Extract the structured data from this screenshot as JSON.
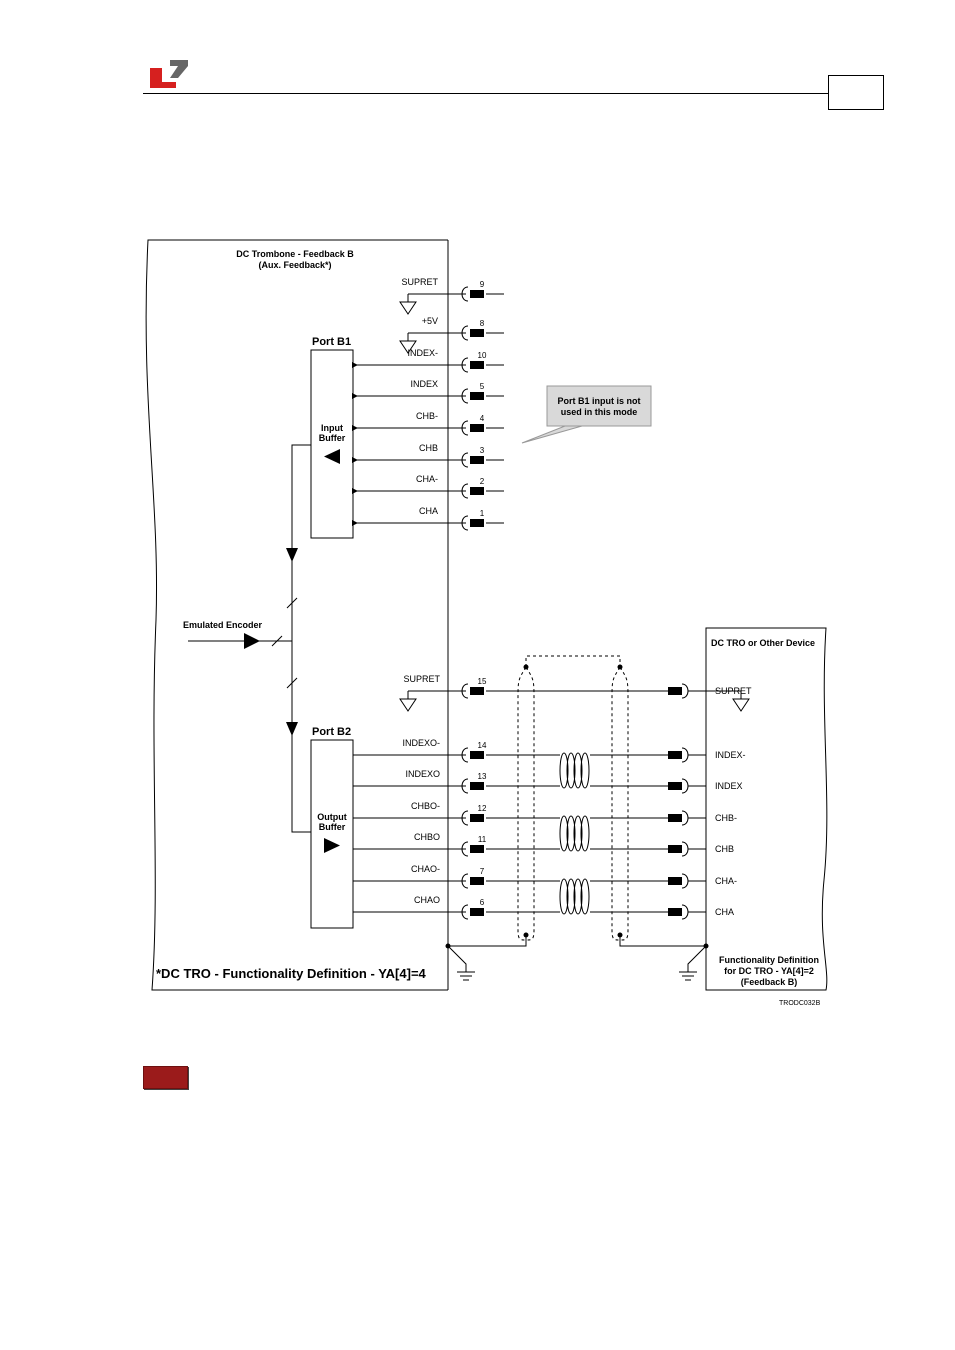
{
  "brand_colors": {
    "logo_red": "#d6201f",
    "logo_gray": "#666666",
    "badge_red": "#9b1b1b"
  },
  "left_device": {
    "title_line1": "DC Trombone - Feedback B",
    "title_line2": "(Aux. Feedback*)",
    "port_b1": {
      "label": "Port B1",
      "buffer_line1": "Input",
      "buffer_line2": "Buffer"
    },
    "port_b2": {
      "label": "Port B2",
      "buffer_line1": "Output",
      "buffer_line2": "Buffer"
    },
    "emulated_encoder": "Emulated Encoder",
    "footer_prefix": "*DC TRO",
    "footer_rest": " - Functionality Definition - YA[4]=4"
  },
  "top_pins": [
    {
      "signal": "SUPRET",
      "pin": "9"
    },
    {
      "signal": "+5V",
      "pin": "8"
    },
    {
      "signal": "INDEX-",
      "pin": "10"
    },
    {
      "signal": "INDEX",
      "pin": "5"
    },
    {
      "signal": "CHB-",
      "pin": "4"
    },
    {
      "signal": "CHB",
      "pin": "3"
    },
    {
      "signal": "CHA-",
      "pin": "2"
    },
    {
      "signal": "CHA",
      "pin": "1"
    }
  ],
  "callout": {
    "line1": "Port B1 input is not",
    "line2": "used in this mode"
  },
  "bottom_pins": [
    {
      "signal": "SUPRET",
      "pin": "15",
      "remote": "SUPRET"
    },
    {
      "signal": "INDEXO-",
      "pin": "14",
      "remote": "INDEX-"
    },
    {
      "signal": "INDEXO",
      "pin": "13",
      "remote": "INDEX"
    },
    {
      "signal": "CHBO-",
      "pin": "12",
      "remote": "CHB-"
    },
    {
      "signal": "CHBO",
      "pin": "11",
      "remote": "CHB"
    },
    {
      "signal": "CHAO-",
      "pin": "7",
      "remote": "CHA-"
    },
    {
      "signal": "CHAO",
      "pin": "6",
      "remote": "CHA"
    }
  ],
  "right_device": {
    "title": "DC TRO or Other Device",
    "footer_line1": "Functionality Definition",
    "footer_line2": "for DC TRO - YA[4]=2",
    "footer_line3": "(Feedback B)"
  },
  "figure_code": "TRODC032B"
}
